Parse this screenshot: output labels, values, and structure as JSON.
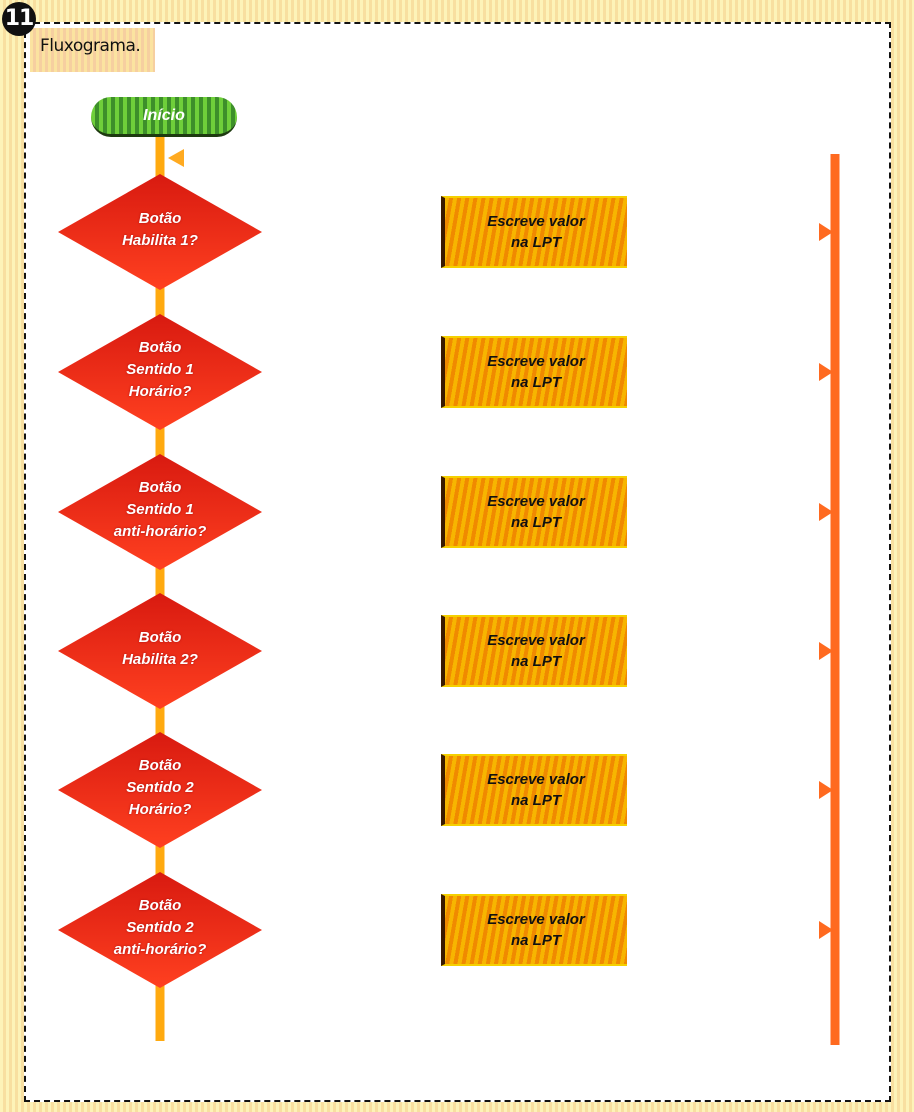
{
  "figure": {
    "number": "11",
    "caption": "Fluxograma."
  },
  "flowchart": {
    "start": {
      "label": "Início"
    },
    "decisions": [
      {
        "lines": [
          "Botão",
          "Habilita 1?"
        ],
        "action": {
          "lines": [
            "Escreve valor",
            "na LPT"
          ]
        }
      },
      {
        "lines": [
          "Botão",
          "Sentido 1",
          "Horário?"
        ],
        "action": {
          "lines": [
            "Escreve valor",
            "na LPT"
          ]
        }
      },
      {
        "lines": [
          "Botão",
          "Sentido 1",
          "anti-horário?"
        ],
        "action": {
          "lines": [
            "Escreve valor",
            "na LPT"
          ]
        }
      },
      {
        "lines": [
          "Botão",
          "Habilita 2?"
        ],
        "action": {
          "lines": [
            "Escreve valor",
            "na LPT"
          ]
        }
      },
      {
        "lines": [
          "Botão",
          "Sentido 2",
          "Horário?"
        ],
        "action": {
          "lines": [
            "Escreve valor",
            "na LPT"
          ]
        }
      },
      {
        "lines": [
          "Botão",
          "Sentido 2",
          "anti-horário?"
        ],
        "action": {
          "lines": [
            "Escreve valor",
            "na LPT"
          ]
        }
      }
    ]
  },
  "colors": {
    "start_fill": "#4caf30",
    "decision_fill": "#ee2a10",
    "action_fill": "#f5a000",
    "connector": "#ff8a1a"
  }
}
